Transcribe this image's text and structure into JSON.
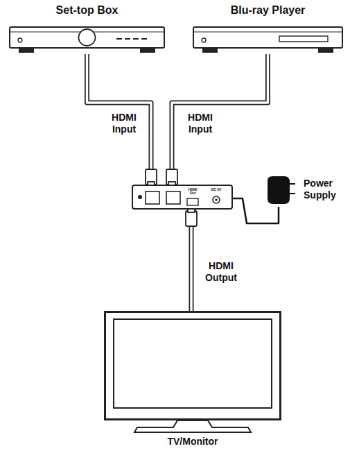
{
  "diagram": {
    "nodes": [
      {
        "text": [
          "Set-top Box"
        ]
      },
      {
        "text": [
          "Blu-ray Player"
        ]
      },
      {
        "text": [
          "HDMI Out",
          "DC 5V"
        ]
      },
      {
        "text": [
          "Power Supply"
        ]
      },
      {
        "text": [
          "TV/Monitor"
        ]
      }
    ],
    "edges": [
      {
        "from": 0,
        "to": 2,
        "label": "HDMI Input",
        "arrow": "none"
      },
      {
        "from": 1,
        "to": 2,
        "label": "HDMI Input",
        "arrow": "none"
      },
      {
        "from": 2,
        "to": 4,
        "label": "HDMI Output",
        "arrow": "none"
      },
      {
        "from": 3,
        "to": 2,
        "arrow": "none"
      }
    ]
  }
}
